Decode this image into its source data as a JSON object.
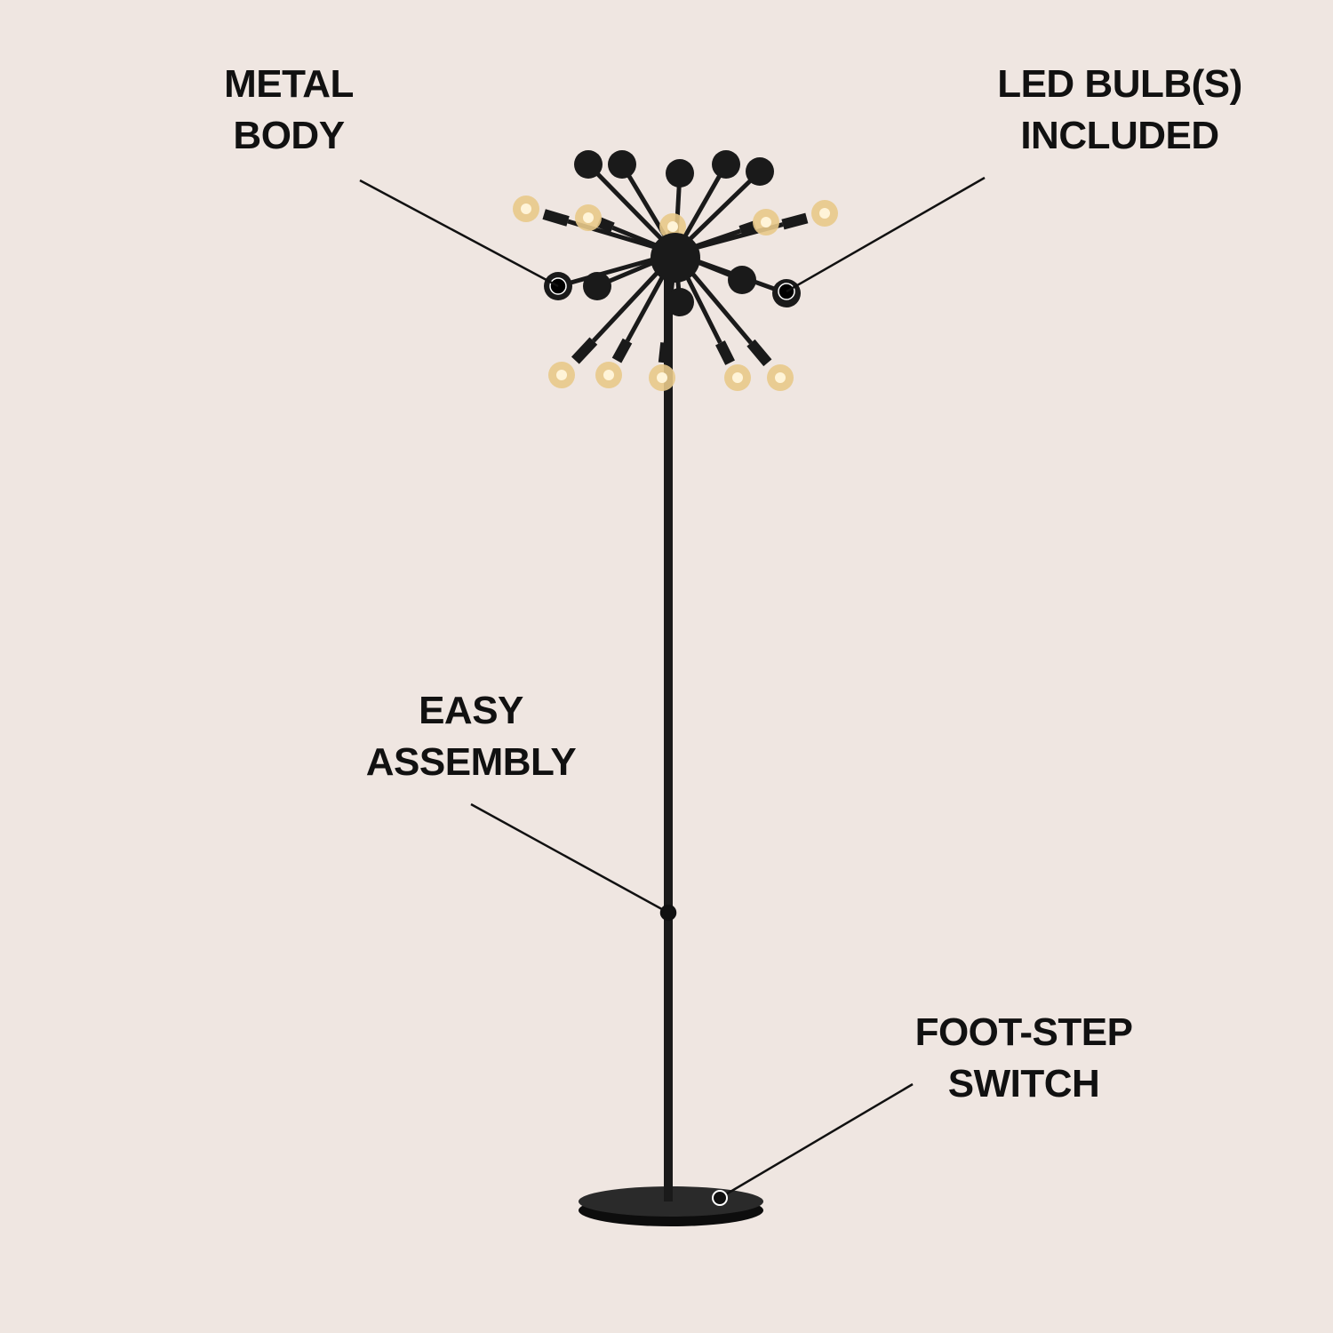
{
  "callouts": {
    "metal_body": [
      "METAL",
      "BODY"
    ],
    "led_bulbs": [
      "LED BULB(S)",
      "INCLUDED"
    ],
    "easy_assembly": [
      "EASY",
      "ASSEMBLY"
    ],
    "foot_step_switch": [
      "FOOT-STEP",
      "SWITCH"
    ]
  },
  "colors": {
    "background": "#efe6e1",
    "lamp": "#1a1a1a",
    "bulb": "#e8c98a",
    "text": "#111111"
  }
}
